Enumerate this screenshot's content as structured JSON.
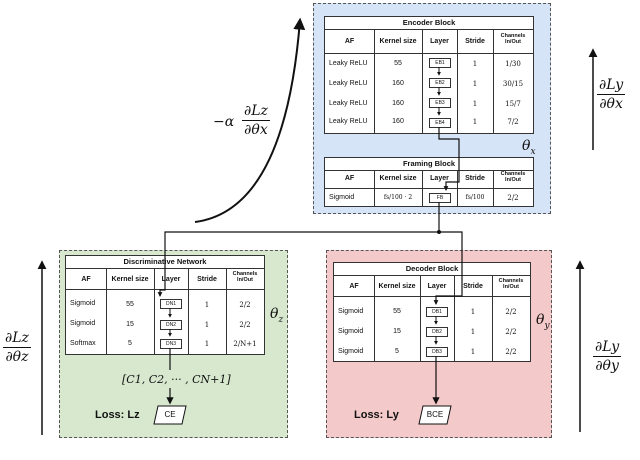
{
  "encoder": {
    "title": "Encoder Block",
    "headers": [
      "AF",
      "Kernel size",
      "Layer",
      "Stride",
      "Channels In/Out"
    ],
    "rows": [
      {
        "af": "Leaky ReLU",
        "kernel": "55",
        "layer": "EB1",
        "stride": "1",
        "channels": "1/30"
      },
      {
        "af": "Leaky ReLU",
        "kernel": "160",
        "layer": "EB2",
        "stride": "1",
        "channels": "30/15"
      },
      {
        "af": "Leaky ReLU",
        "kernel": "160",
        "layer": "EB3",
        "stride": "1",
        "channels": "15/7"
      },
      {
        "af": "Leaky ReLU",
        "kernel": "160",
        "layer": "EB4",
        "stride": "1",
        "channels": "7/2"
      }
    ],
    "theta": "θ",
    "theta_sub": "x"
  },
  "framing": {
    "title": "Framing Block",
    "headers": [
      "AF",
      "Kernel size",
      "Layer",
      "Stride",
      "Channels In/Out"
    ],
    "row": {
      "af": "Sigmoid",
      "kernel": "fs/100 · 2",
      "layer": "FB",
      "stride": "fs/100",
      "channels": "2/2"
    }
  },
  "discriminative": {
    "title": "Discriminative Network",
    "headers": [
      "AF",
      "Kernel size",
      "Layer",
      "Stride",
      "Channels In/Out"
    ],
    "rows": [
      {
        "af": "Sigmoid",
        "kernel": "55",
        "layer": "DN1",
        "stride": "1",
        "channels": "2/2"
      },
      {
        "af": "Sigmoid",
        "kernel": "15",
        "layer": "DN2",
        "stride": "1",
        "channels": "2/2"
      },
      {
        "af": "Softmax",
        "kernel": "5",
        "layer": "DN3",
        "stride": "1",
        "channels": "2/N+1"
      }
    ],
    "theta": "θ",
    "theta_sub": "z",
    "output": "[C1, C2, ··· , CN+1]",
    "loss_label": "Loss: Lz",
    "loss_fn": "CE"
  },
  "decoder": {
    "title": "Decoder Block",
    "headers": [
      "AF",
      "Kernel size",
      "Layer",
      "Stride",
      "Channels In/Out"
    ],
    "rows": [
      {
        "af": "Sigmoid",
        "kernel": "55",
        "layer": "DB1",
        "stride": "1",
        "channels": "2/2"
      },
      {
        "af": "Sigmoid",
        "kernel": "15",
        "layer": "DB2",
        "stride": "1",
        "channels": "2/2"
      },
      {
        "af": "Sigmoid",
        "kernel": "5",
        "layer": "DB3",
        "stride": "1",
        "channels": "2/2"
      }
    ],
    "theta": "θ",
    "theta_sub": "y",
    "loss_label": "Loss: Ly",
    "loss_fn": "BCE"
  },
  "gradients": {
    "encoder_adv": {
      "prefix": "−α",
      "num": "∂Lz",
      "den": "∂θx"
    },
    "encoder_right": {
      "num": "∂Ly",
      "den": "∂θx"
    },
    "discriminative": {
      "num": "∂Lz",
      "den": "∂θz"
    },
    "decoder": {
      "num": "∂Ly",
      "den": "∂θy"
    }
  },
  "colors": {
    "encoder_bg": "#d6e4f7",
    "discriminative_bg": "#d7e8cf",
    "decoder_bg": "#f4c9c9"
  }
}
